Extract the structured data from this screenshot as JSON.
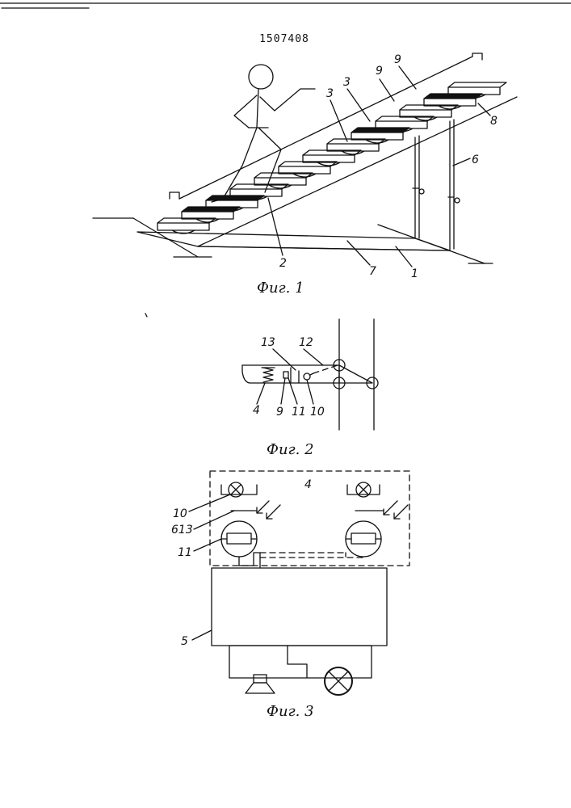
{
  "patent_number": "1507408",
  "figures": {
    "fig1": {
      "caption": "Фиг. 1",
      "labels": {
        "l1": "1",
        "l2": "2",
        "l3a": "3",
        "l3b": "3",
        "l6": "6",
        "l7": "7",
        "l8": "8",
        "l9a": "9",
        "l9b": "9"
      }
    },
    "fig2": {
      "caption": "Фиг. 2",
      "labels": {
        "l4": "4",
        "l9": "9",
        "l10": "10",
        "l11": "11",
        "l12": "12",
        "l13": "13"
      }
    },
    "fig3": {
      "caption": "Фиг. 3",
      "labels": {
        "l4": "4",
        "l5": "5",
        "l10": "10",
        "l613": "613",
        "l11": "11"
      }
    }
  }
}
